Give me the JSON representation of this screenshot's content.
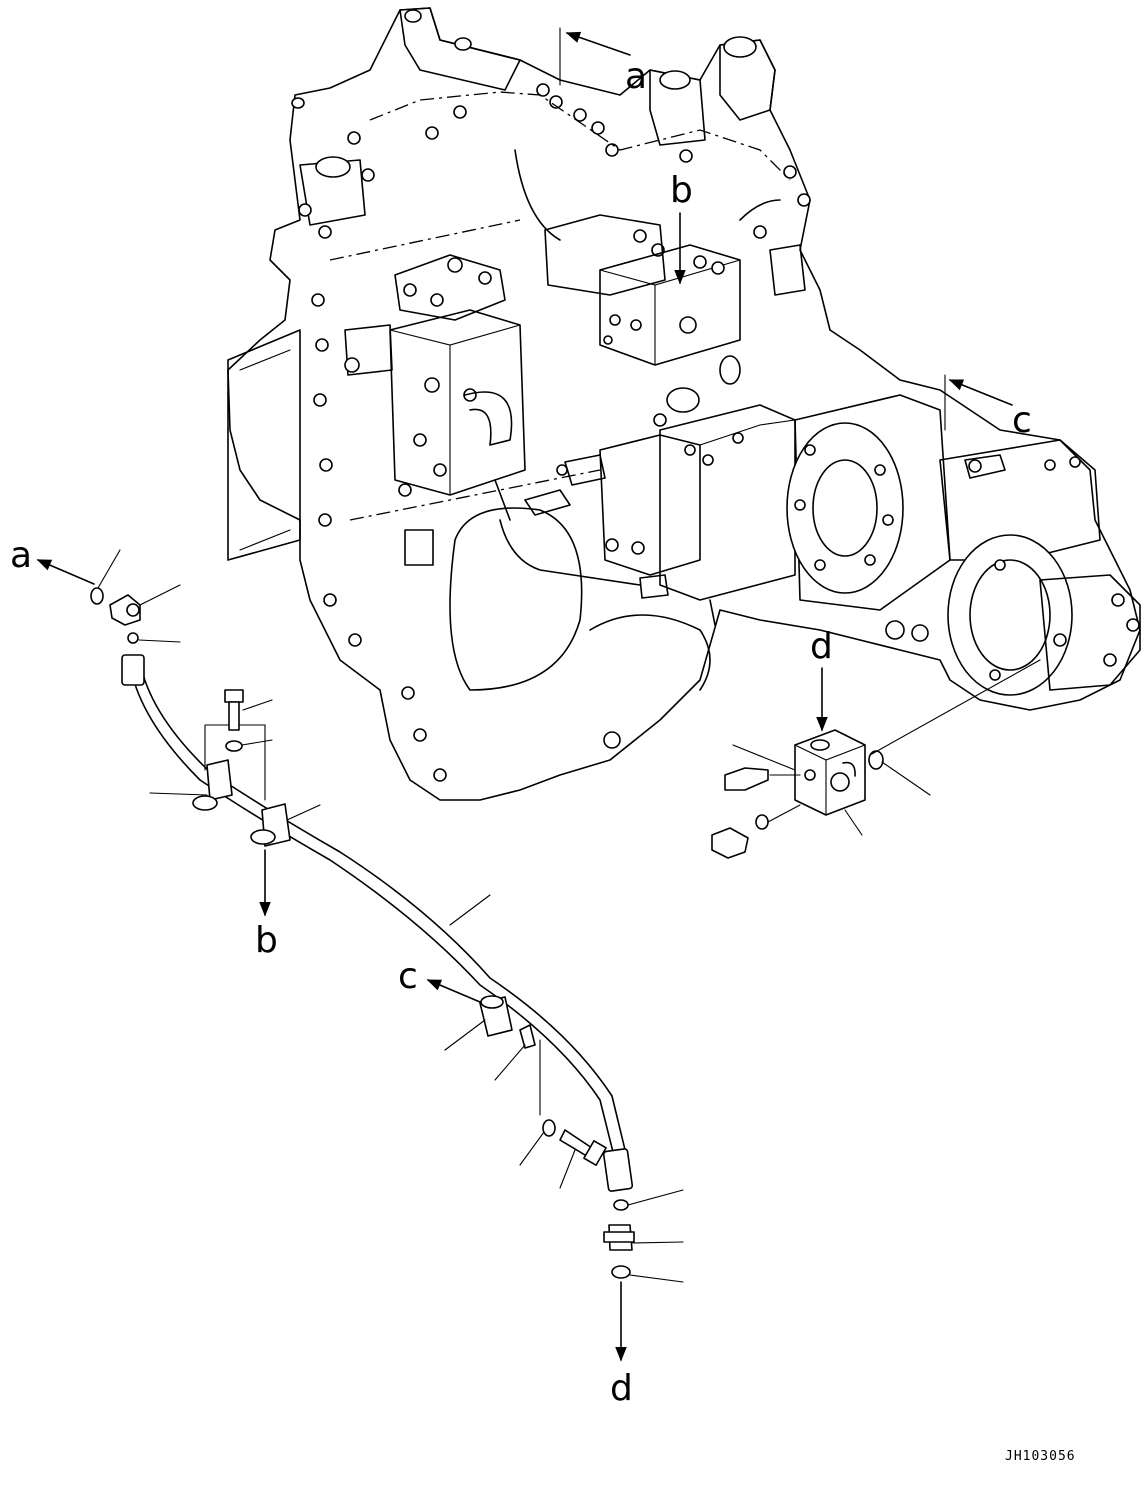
{
  "drawing_id": "JH103056",
  "callouts": {
    "a": "a",
    "b": "b",
    "c": "c",
    "d": "d"
  }
}
